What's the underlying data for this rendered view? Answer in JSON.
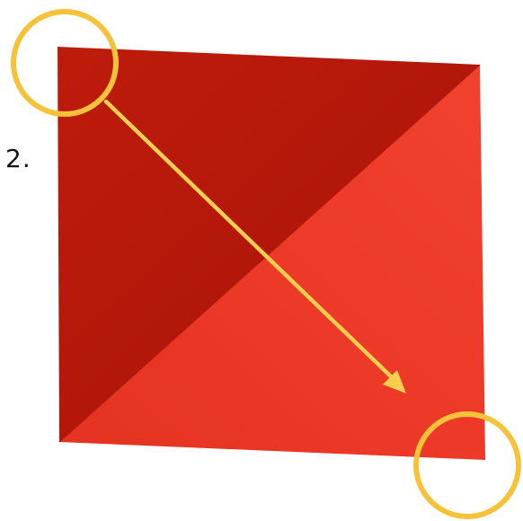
{
  "instruction": {
    "step_number": "2."
  },
  "colors": {
    "paper_dark": "#b81a0c",
    "paper_light": "#ee3b29",
    "marker": "#f5c23a",
    "background": "#ffffff"
  },
  "icons": {
    "start_marker": "circle",
    "end_marker": "circle",
    "direction": "arrow"
  }
}
